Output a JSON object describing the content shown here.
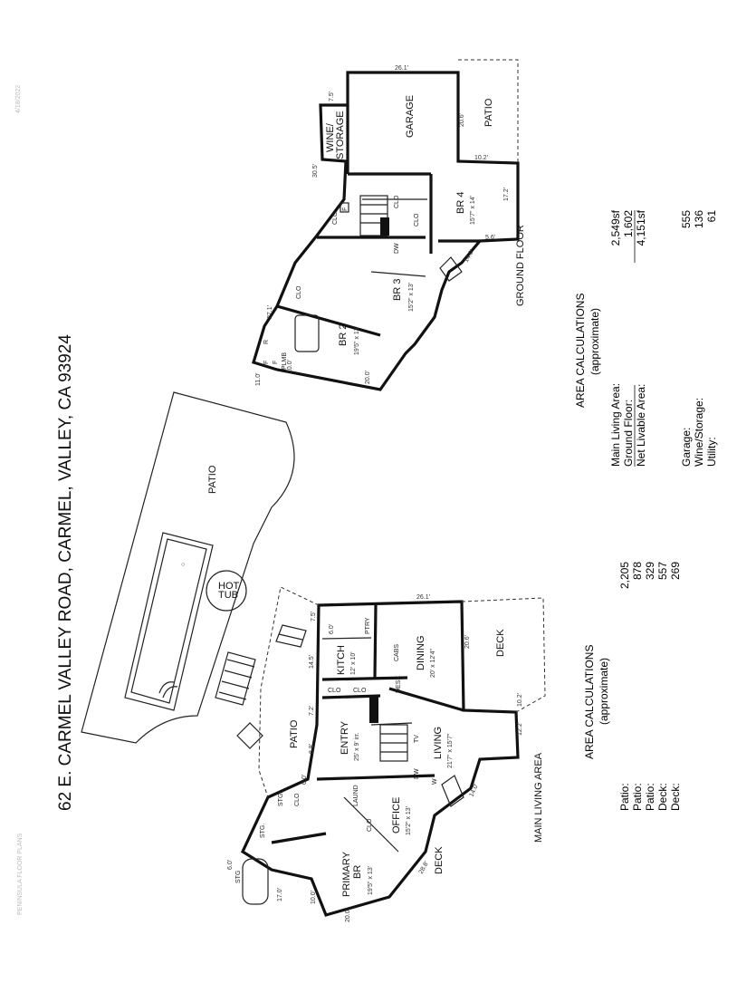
{
  "title": "62 E. CARMEL VALLEY ROAD, CARMEL, VALLEY, CA  93924",
  "watermark_left": "PENINSULA FLOOR PLANS",
  "watermark_right": "4/18/2022",
  "main_level": {
    "label": "MAIN LIVING AREA",
    "rooms": {
      "patio_pool": "PATIO",
      "hot_tub_1": "HOT",
      "hot_tub_2": "TUB",
      "patio_entry": "PATIO",
      "entry": "ENTRY",
      "entry_dim": "25' x 9' irr.",
      "kitch": "KITCH",
      "kitch_dim": "12' x 10'",
      "dining": "DINING",
      "dining_dim": "20' x 12'4\"",
      "deck_top": "DECK",
      "living": "LIVING",
      "living_dim": "21'7\" x 15'7\"",
      "office": "OFFICE",
      "office_dim": "15'2\" x 13'",
      "primary_1": "PRIMARY",
      "primary_2": "BR",
      "primary_dim": "19'5\" x 13'",
      "deck_bottom": "DECK"
    },
    "labels": {
      "clo_a": "CLO",
      "clo_b": "CLO",
      "clo_c": "CLO",
      "clo_d": "CLO",
      "ptry": "PTRY",
      "cabs": "CABS",
      "desk": "DESK",
      "laund": "LAUND",
      "stg_a": "STG.",
      "stg_b": "STG.",
      "stg_c": "STG",
      "tv": "TV",
      "dw": "DW",
      "w": "W"
    },
    "dims": {
      "d1": "26.1'",
      "d2": "20.6'",
      "d3": "10.2'",
      "d4": "12.2'",
      "d5": "14.0'",
      "d6": "7.5'",
      "d7": "6.0'",
      "d8": "14.5'",
      "d9": "7.2'",
      "d10": "8.8'",
      "d11": "6.0'",
      "d12": "28.8'",
      "d13": "6.0'",
      "d14": "17.0'",
      "d15": "10.0'",
      "d16": "20.0'"
    }
  },
  "ground_level": {
    "label": "GROUND FLOOR",
    "rooms": {
      "garage": "GARAGE",
      "patio": "PATIO",
      "wine_1": "WINE/",
      "wine_2": "STORAGE",
      "br4": "BR 4",
      "br4_dim": "15'7\" x 14'",
      "br3": "BR 3",
      "br3_dim": "15'2\" x 13'",
      "br2": "BR 2",
      "br2_dim": "19'5\" x 13'"
    },
    "labels": {
      "clo_a": "CLO",
      "clo_b": "CLO",
      "clo_c": "CLO",
      "clo_d": "CLO",
      "f": "F",
      "f2": "F",
      "f3": "F",
      "dw": "DW",
      "r": "R",
      "plmb": "PLMB"
    },
    "dims": {
      "d1": "26.1'",
      "d2": "20.6'",
      "d3": "10.2'",
      "d4": "17.2'",
      "d5": "5.6'",
      "d6": "14.0'",
      "d7": "30.5'",
      "d8": "7.5'",
      "d9": "27.1'",
      "d10": "11.0'",
      "d11": "10.0'",
      "d12": "20.0'"
    }
  },
  "area_main": {
    "heading_1": "AREA CALCULATIONS",
    "heading_2": "(approximate)",
    "rows": [
      {
        "label": "Patio:",
        "value": "2,205"
      },
      {
        "label": "Patio:",
        "value": "878"
      },
      {
        "label": "Patio:",
        "value": "329"
      },
      {
        "label": "Deck:",
        "value": "557"
      },
      {
        "label": "Deck:",
        "value": "269"
      }
    ]
  },
  "area_ground": {
    "heading_1": "AREA CALCULATIONS",
    "heading_2": "(approximate)",
    "rows": [
      {
        "label": "Main Living Area:",
        "value": "2,549sf"
      },
      {
        "label": "Ground Floor:",
        "value": "1,602"
      },
      {
        "label": "Net Livable Area:",
        "value": "4,151sf"
      }
    ],
    "rows2": [
      {
        "label": "Garage:",
        "value": "555"
      },
      {
        "label": "Wine/Storage:",
        "value": "136"
      },
      {
        "label": "Utility:",
        "value": "61"
      }
    ]
  }
}
